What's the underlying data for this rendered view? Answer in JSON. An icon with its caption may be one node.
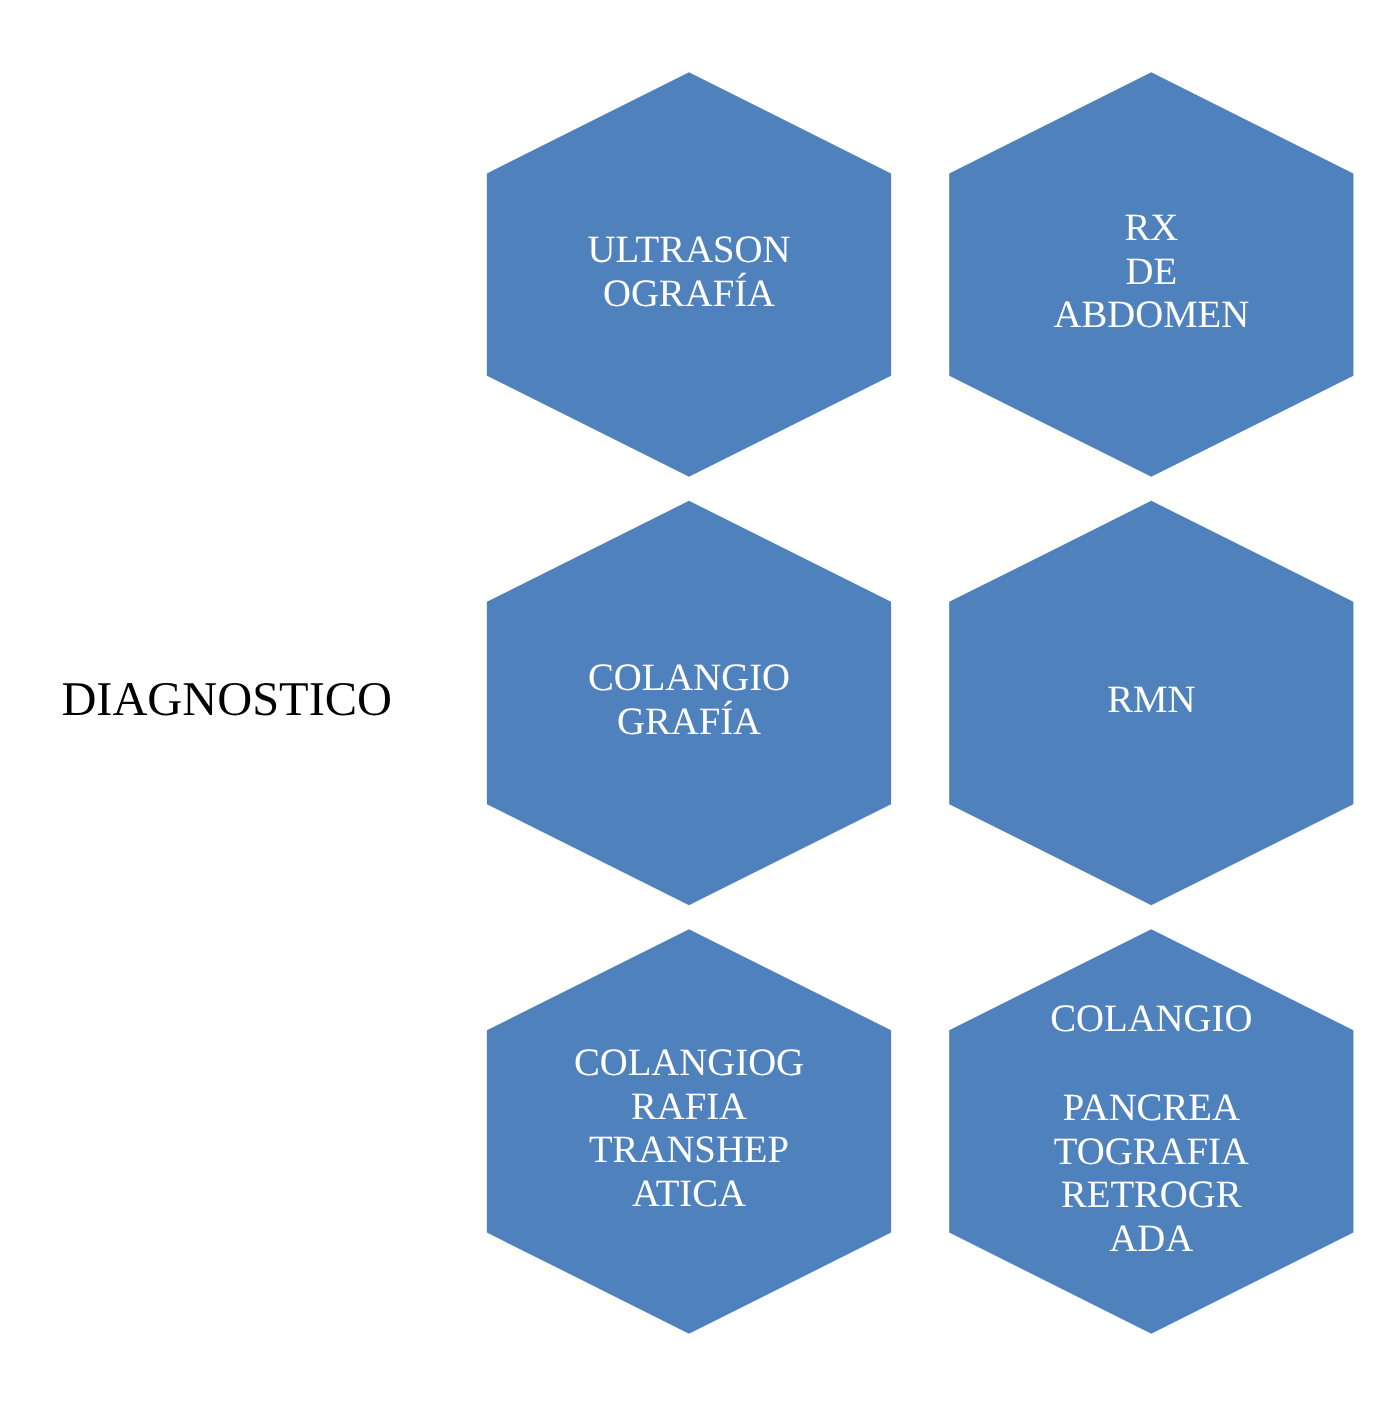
{
  "diagram": {
    "nodes": [
      {
        "text": [
          "ULTRASON OGRAFÍA"
        ]
      },
      {
        "text": [
          "RX DE ABDOMEN"
        ]
      },
      {
        "text": [
          "COLANGIO GRAFÍA"
        ]
      },
      {
        "text": [
          "RMN"
        ]
      },
      {
        "text": [
          "COLANGIOG RAFIA TRANSHEP ATICA"
        ]
      },
      {
        "text": [
          "COLANGIO",
          "PANCREA TOGRAFIA RETROGR ADA"
        ]
      }
    ],
    "edges": [],
    "labels": [
      "DIAGNOSTICO"
    ]
  }
}
